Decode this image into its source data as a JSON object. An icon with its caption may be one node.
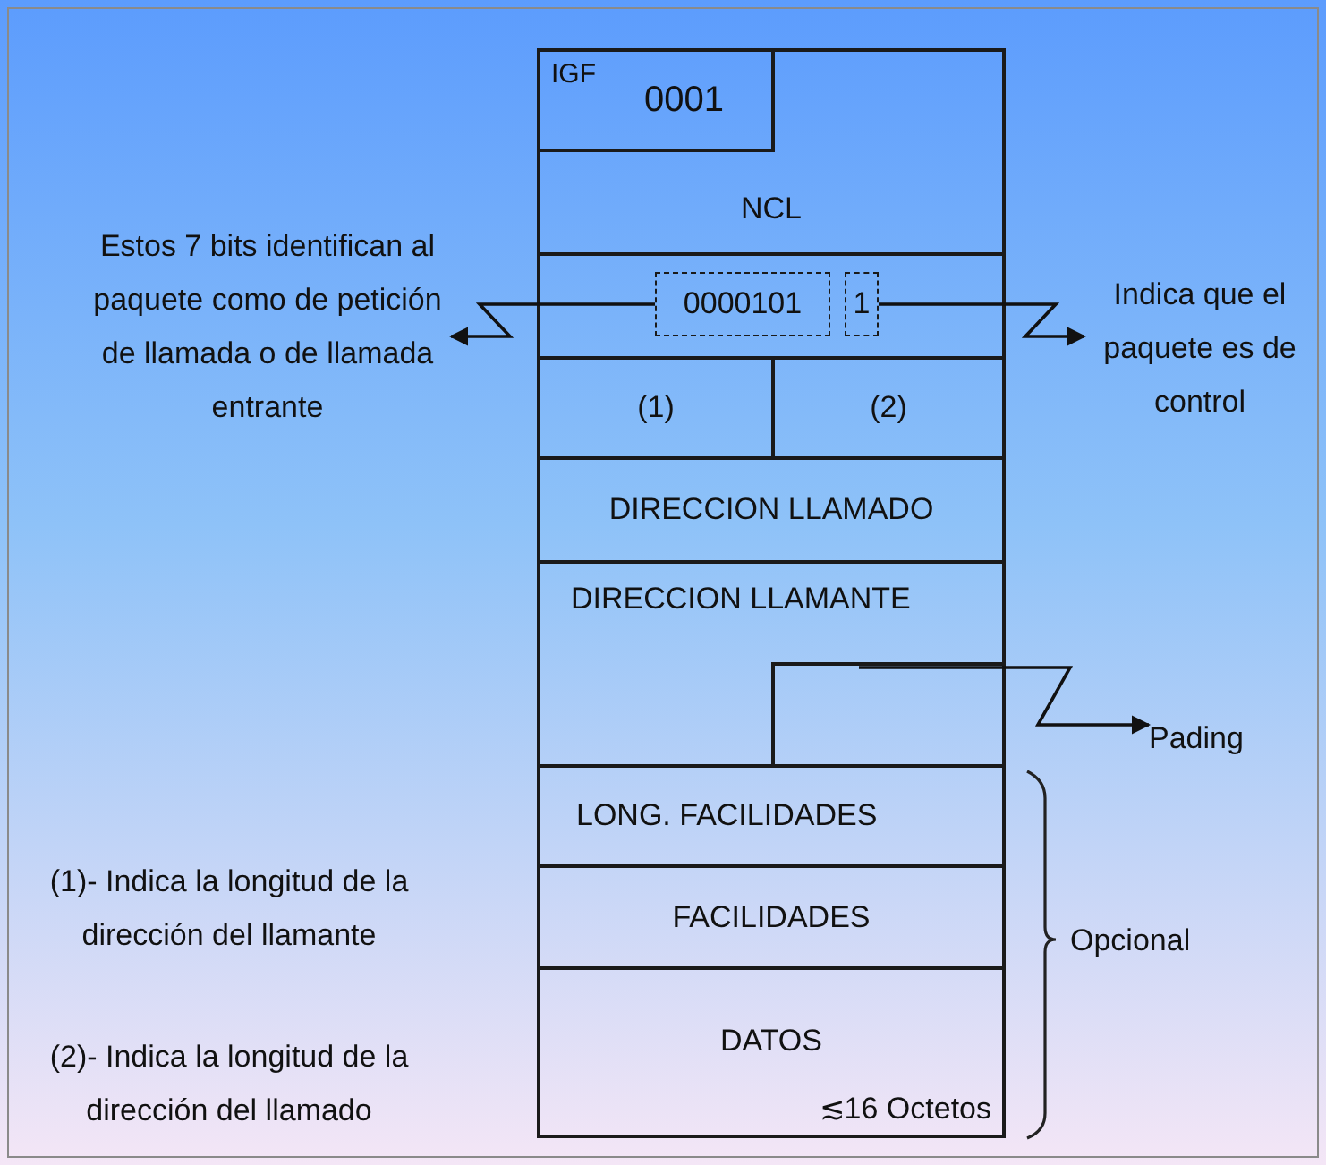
{
  "diagram": {
    "nodes": [
      {
        "text": [
          "NCL"
        ]
      },
      {
        "text": [
          "IGF",
          "0001"
        ],
        "in": 0
      },
      {
        "text": [],
        "shape": "box"
      },
      {
        "text": [
          "0000101"
        ],
        "in": 2
      },
      {
        "text": [
          "1"
        ],
        "in": 2
      },
      {
        "text": [
          "(1)"
        ]
      },
      {
        "text": [
          "(2)"
        ]
      },
      {
        "text": [
          "DIRECCION LLAMADO"
        ]
      },
      {
        "text": [
          "DIRECCION LLAMANTE"
        ]
      },
      {
        "text": [],
        "shape": "box",
        "in": 8
      },
      {
        "text": [
          "LONG. FACILIDADES"
        ]
      },
      {
        "text": [
          "FACILIDADES"
        ]
      },
      {
        "text": [
          "DATOS",
          "≲16 Octetos"
        ]
      },
      {
        "text": [
          "Estos 7 bits identifican al paquete como de petición de llamada o de llamada entrante"
        ]
      },
      {
        "text": [
          "Indica que el paquete es de control"
        ]
      },
      {
        "text": [
          "Pading"
        ]
      }
    ],
    "edges": [
      {
        "from": 3,
        "to": 13,
        "arrow": "to"
      },
      {
        "from": 4,
        "to": 14,
        "arrow": "to"
      },
      {
        "from": 9,
        "to": 15,
        "arrow": "to"
      }
    ],
    "labels": [
      "Opcional",
      "(1)- Indica la longitud de la dirección del llamante",
      "(2)- Indica la longitud de la dirección del llamado"
    ]
  }
}
